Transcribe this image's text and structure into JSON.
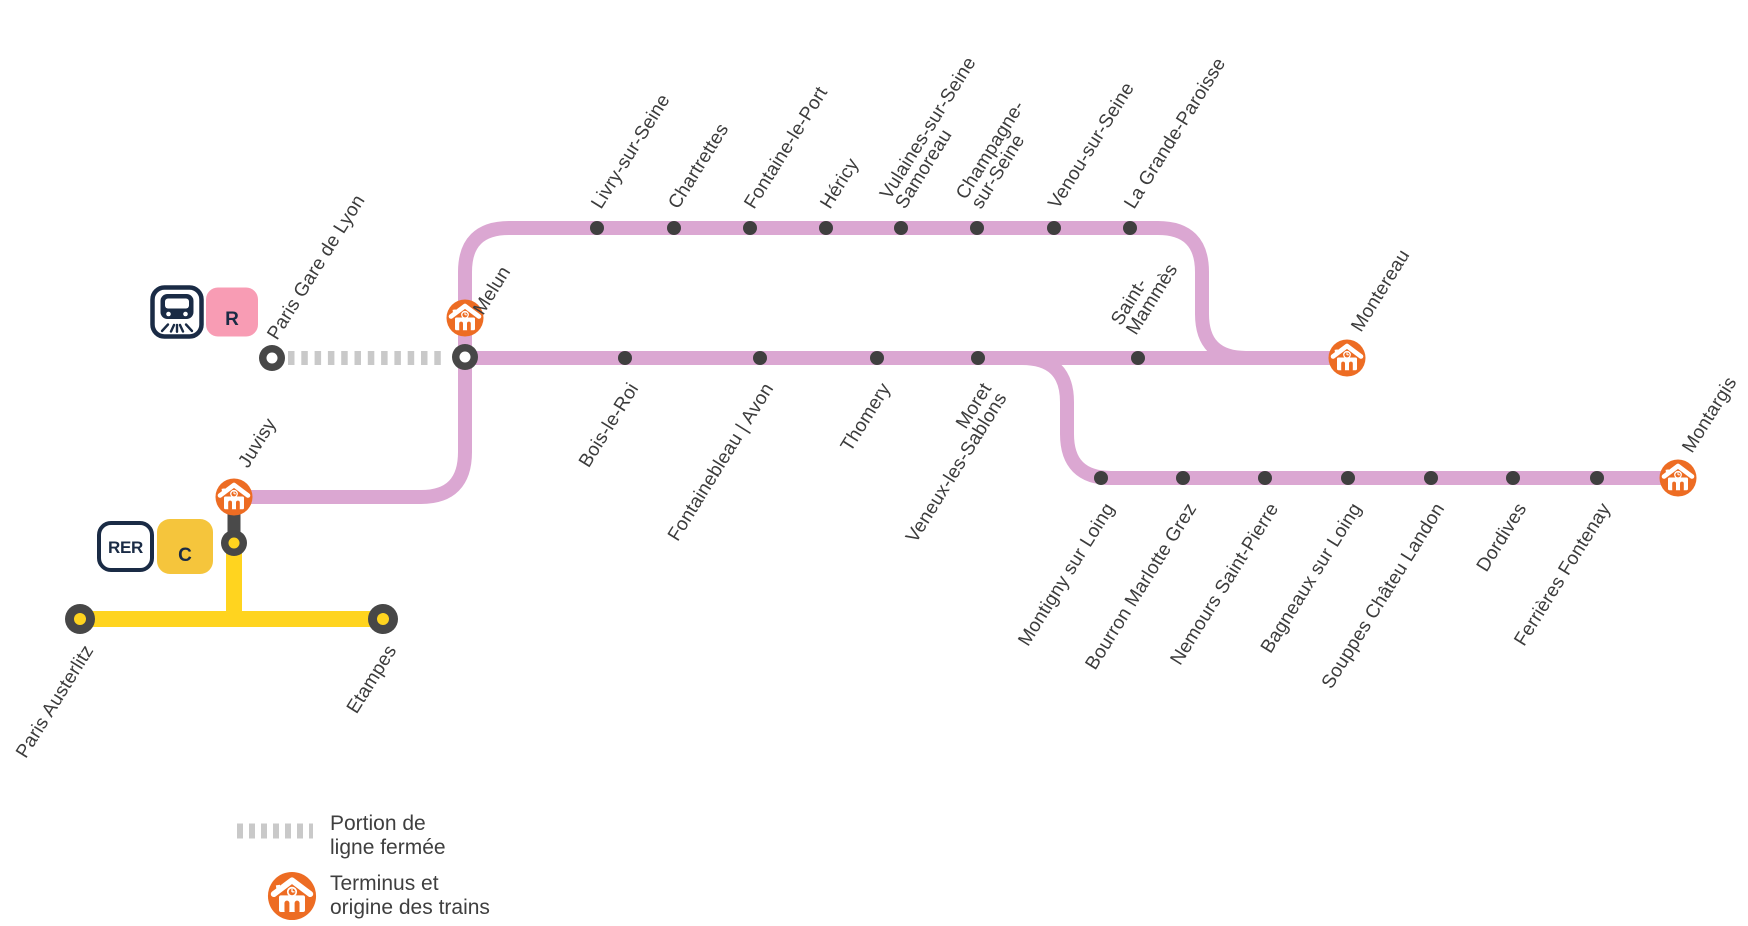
{
  "line_r": {
    "badge": "R"
  },
  "rer_c": {
    "badge_rer": "RER",
    "badge_c": "C"
  },
  "colors": {
    "line_r_pink": "#dba7d2",
    "badge_pink": "#f89cb4",
    "navy": "#1a2b45",
    "rer_c_yellow": "#ffd41f",
    "badge_yellow": "#f5c53c",
    "terminus_orange": "#ed6c23",
    "closed_line_gray": "#c9c9c9",
    "station_dot_dark": "#3f3f3f",
    "label_gray": "#3c3c3c"
  },
  "stations": {
    "paris_gare_de_lyon": "Paris Gare de Lyon",
    "melun": "Melun",
    "livry": "Livry-sur-Seine",
    "chartrettes": "Chartrettes",
    "fontaine_le_port": "Fontaine-le-Port",
    "hericy": "Héricy",
    "vulaines_1": "Vulaines-sur-Seine",
    "vulaines_2": "Samoreau",
    "champagne_1": "Champagne-",
    "champagne_2": "sur-Seine",
    "venou": "Venou-sur-Seine",
    "la_grande_paroisse": "La Grande-Paroisse",
    "saint_mammes_1": "Saint-",
    "saint_mammes_2": "Mammès",
    "montereau": "Montereau",
    "bois_le_roi": "Bois-le-Roi",
    "fontainebleau_avon": "Fontainebleau | Avon",
    "thomery": "Thomery",
    "moret_1": "Moret",
    "moret_2": "Veneux-les-Sablons",
    "montigny": "Montigny sur Loing",
    "bourron": "Bourron Marlotte Grez",
    "nemours": "Nemours Saint-Pierre",
    "bagneaux": "Bagneaux sur Loing",
    "souppes": "Souppes Châteu Landon",
    "dordives": "Dordives",
    "ferrieres": "Ferrières Fontenay",
    "montargis": "Montargis",
    "juvisy": "Juvisy",
    "paris_austerlitz": "Paris Austerlitz",
    "etampes": "Etampes"
  },
  "legend": {
    "closed_1": "Portion de",
    "closed_2": "ligne fermée",
    "terminus_1": "Terminus et",
    "terminus_2": "origine des trains"
  }
}
